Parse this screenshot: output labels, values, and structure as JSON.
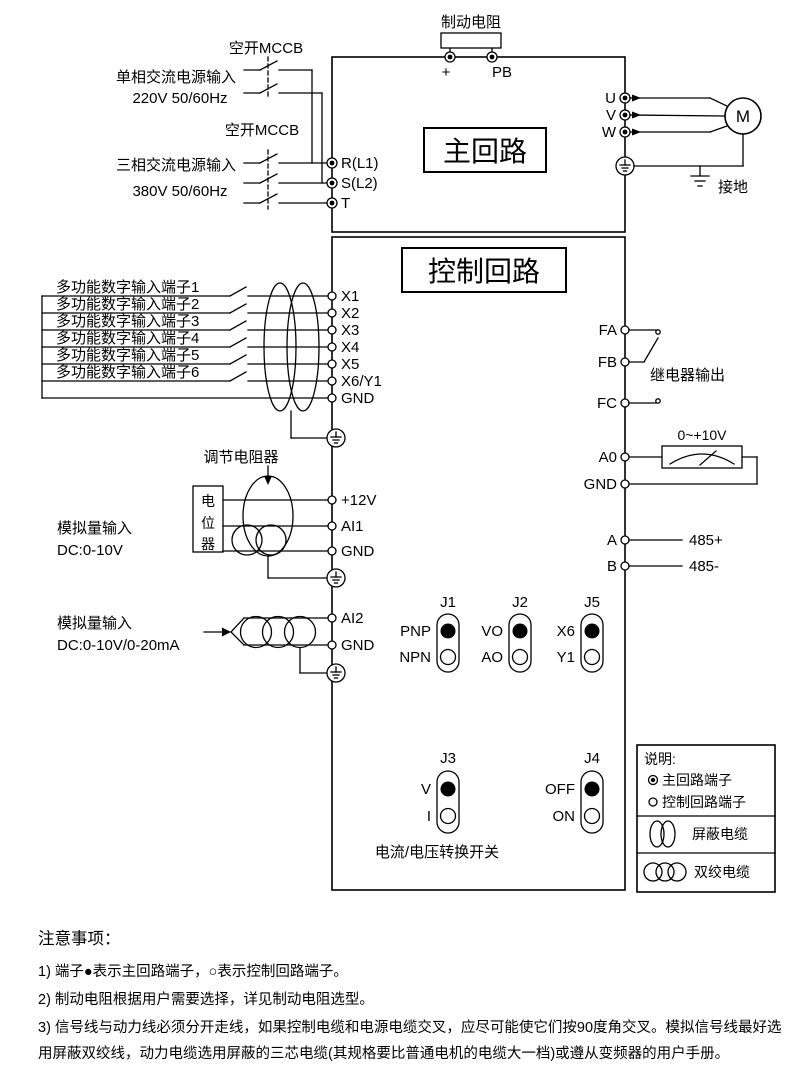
{
  "colors": {
    "ink": "#000000",
    "bg": "#ffffff"
  },
  "main": {
    "title": "主回路",
    "brake_label": "制动电阻",
    "t_plus": "+",
    "t_pb": "PB",
    "mccb1": "空开MCCB",
    "single1": "单相交流电源输入",
    "single2": "220V 50/60Hz",
    "mccb2": "空开MCCB",
    "three1": "三相交流电源输入",
    "three2": "380V 50/60Hz",
    "t_r": "R(L1)",
    "t_s": "S(L2)",
    "t_t": "T",
    "t_u": "U",
    "t_v": "V",
    "t_w": "W",
    "motor": "M",
    "ground": "接地"
  },
  "control": {
    "title": "控制回路",
    "di_labels": [
      "多功能数字输入端子1",
      "多功能数字输入端子2",
      "多功能数字输入端子3",
      "多功能数字输入端子4",
      "多功能数字输入端子5",
      "多功能数字输入端子6"
    ],
    "di_terms": [
      "X1",
      "X2",
      "X3",
      "X4",
      "X5",
      "X6/Y1",
      "GND"
    ],
    "pot_title": "调节电阻器",
    "pot_box": [
      "电",
      "位",
      "器"
    ],
    "an1_l1": "模拟量输入",
    "an1_l2": "DC:0-10V",
    "an1_terms": [
      "+12V",
      "AI1",
      "GND"
    ],
    "an2_l1": "模拟量输入",
    "an2_l2": "DC:0-10V/0-20mA",
    "an2_terms": [
      "AI2",
      "GND"
    ],
    "relay": {
      "fa": "FA",
      "fb": "FB",
      "fc": "FC",
      "label": "继电器输出"
    },
    "ao": {
      "t": "A0",
      "gnd": "GND",
      "range": "0~+10V"
    },
    "rs485": {
      "a": "A",
      "b": "B",
      "plus": "485+",
      "minus": "485-"
    },
    "jumpers": [
      {
        "name": "J1",
        "top": "PNP",
        "bot": "NPN"
      },
      {
        "name": "J2",
        "top": "VO",
        "bot": "AO"
      },
      {
        "name": "J5",
        "top": "X6",
        "bot": "Y1"
      },
      {
        "name": "J3",
        "top": "V",
        "bot": "I"
      },
      {
        "name": "J4",
        "top": "OFF",
        "bot": "ON"
      }
    ],
    "sw_label": "电流/电压转换开关"
  },
  "legend": {
    "title": "说明:",
    "main_term": "主回路端子",
    "ctrl_term": "控制回路端子",
    "shield": "屏蔽电缆",
    "twisted": "双绞电缆"
  },
  "notes": {
    "title": "注意事项：",
    "l1": "1) 端子●表示主回路端子，○表示控制回路端子。",
    "l2": "2) 制动电阻根据用户需要选择，详见制动电阻选型。",
    "l3a": "3) 信号线与动力线必须分开走线，如果控制电缆和电源电缆交叉，应尽可能使它们按90度角交叉。模拟信号线最好选",
    "l3b": "用屏蔽双绞线，动力电缆选用屏蔽的三芯电缆(其规格要比普通电机的电缆大一档)或遵从变频器的用户手册。"
  }
}
